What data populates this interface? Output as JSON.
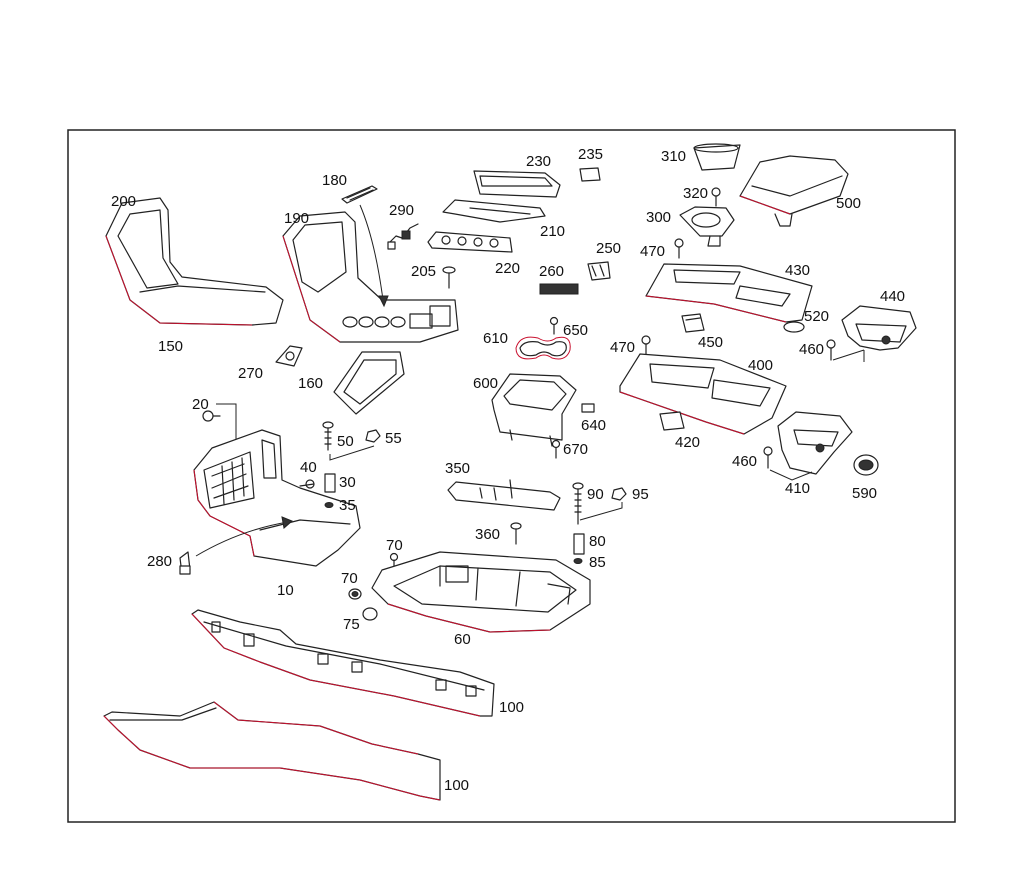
{
  "labels": {
    "p200": "200",
    "p150": "150",
    "p180": "180",
    "p190": "190",
    "p290": "290",
    "p230": "230",
    "p235": "235",
    "p210": "210",
    "p220": "220",
    "p205": "205",
    "p250": "250",
    "p260": "260",
    "p310": "310",
    "p320": "320",
    "p300": "300",
    "p500": "500",
    "p470a": "470",
    "p430": "430",
    "p440": "440",
    "p520": "520",
    "p460a": "460",
    "p450": "450",
    "p470b": "470",
    "p650": "650",
    "p610": "610",
    "p270": "270",
    "p160": "160",
    "p600": "600",
    "p400": "400",
    "p640": "640",
    "p420": "420",
    "p20": "20",
    "p50": "50",
    "p55": "55",
    "p40": "40",
    "p30": "30",
    "p35": "35",
    "p670": "670",
    "p460b": "460",
    "p410": "410",
    "p590": "590",
    "p350": "350",
    "p90": "90",
    "p95": "95",
    "p360": "360",
    "p80": "80",
    "p85": "85",
    "p280": "280",
    "p70a": "70",
    "p10": "10",
    "p70b": "70",
    "p75": "75",
    "p60": "60",
    "p100a": "100",
    "p100b": "100"
  },
  "colors": {
    "frame": "#222222",
    "outline": "#c8102e",
    "text": "#111111"
  }
}
